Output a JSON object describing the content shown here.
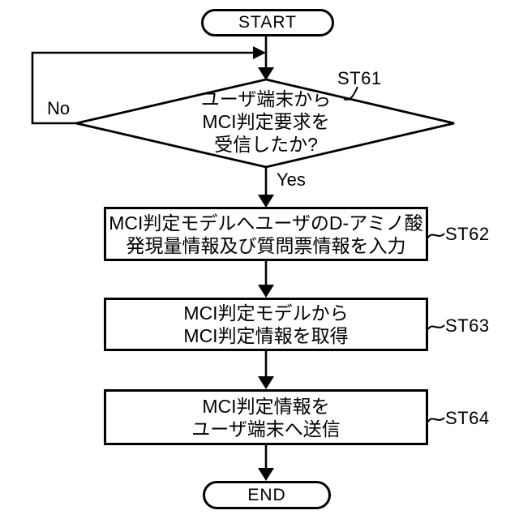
{
  "colors": {
    "line": "#000000",
    "background": "#ffffff",
    "text": "#000000"
  },
  "flowchart": {
    "start_label": "START",
    "end_label": "END",
    "decision": {
      "id": "ST61",
      "line1": "ユーザ端末から",
      "line2": "MCI判定要求を",
      "line3": "受信したか?",
      "no_label": "No",
      "yes_label": "Yes"
    },
    "steps": [
      {
        "id": "ST62",
        "line1": "MCI判定モデルへユーザのD-アミノ酸",
        "line2": "発現量情報及び質問票情報を入力"
      },
      {
        "id": "ST63",
        "line1": "MCI判定モデルから",
        "line2": "MCI判定情報を取得"
      },
      {
        "id": "ST64",
        "line1": "MCI判定情報を",
        "line2": "ユーザ端末へ送信"
      }
    ]
  }
}
